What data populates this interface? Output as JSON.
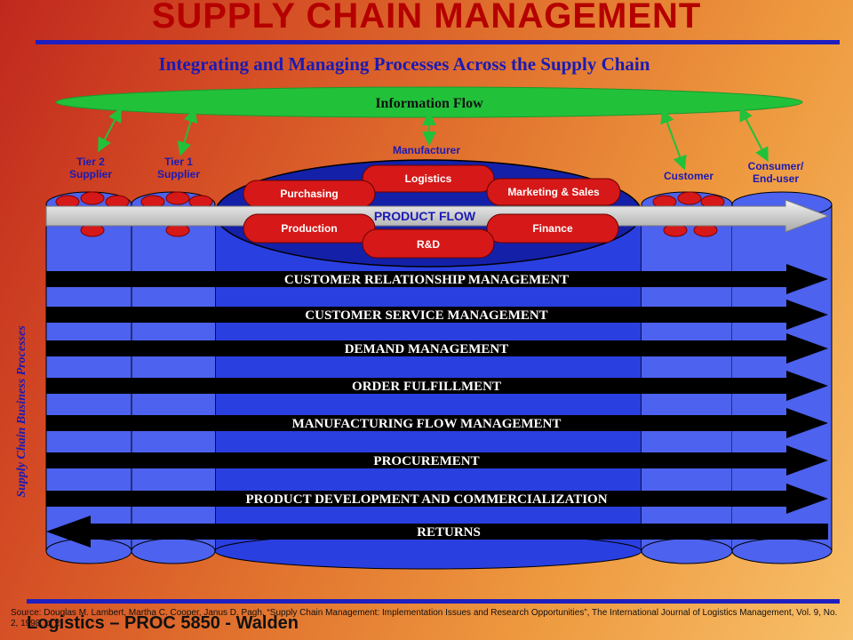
{
  "title": "SUPPLY CHAIN MANAGEMENT",
  "subtitle": "Integrating and Managing Processes Across the Supply Chain",
  "information_flow": "Information Flow",
  "side_label": "Supply Chain Business Processes",
  "stages": {
    "tier2": "Tier 2 Supplier",
    "tier1": "Tier 1 Supplier",
    "manufacturer": "Manufacturer",
    "customer": "Customer",
    "consumer": "Consumer/ End-user"
  },
  "manufacturer_functions": {
    "logistics": "Logistics",
    "purchasing": "Purchasing",
    "marketing": "Marketing & Sales",
    "production": "Production",
    "finance": "Finance",
    "rd": "R&D"
  },
  "product_flow": "PRODUCT FLOW",
  "processes": [
    "CUSTOMER RELATIONSHIP MANAGEMENT",
    "CUSTOMER SERVICE MANAGEMENT",
    "DEMAND MANAGEMENT",
    "ORDER FULFILLMENT",
    "MANUFACTURING FLOW MANAGEMENT",
    "PROCUREMENT",
    "PRODUCT DEVELOPMENT AND COMMERCIALIZATION"
  ],
  "returns": "RETURNS",
  "source_text": "Source: Douglas M. Lambert, Martha C. Cooper, Janus D. Pagh, “Supply Chain Management: Implementation Issues and Research Opportunities”, The International Journal of Logistics Management, Vol. 9, No. 2, 1998, p. 2.",
  "footer": "Logistics – PROC 5850 - Walden",
  "colors": {
    "title_red": "#b50000",
    "accent_blue": "#1f1fbf",
    "cylinder_blue": "#2a3fe0",
    "pill_red": "#d61818",
    "info_green": "#22c13a"
  }
}
